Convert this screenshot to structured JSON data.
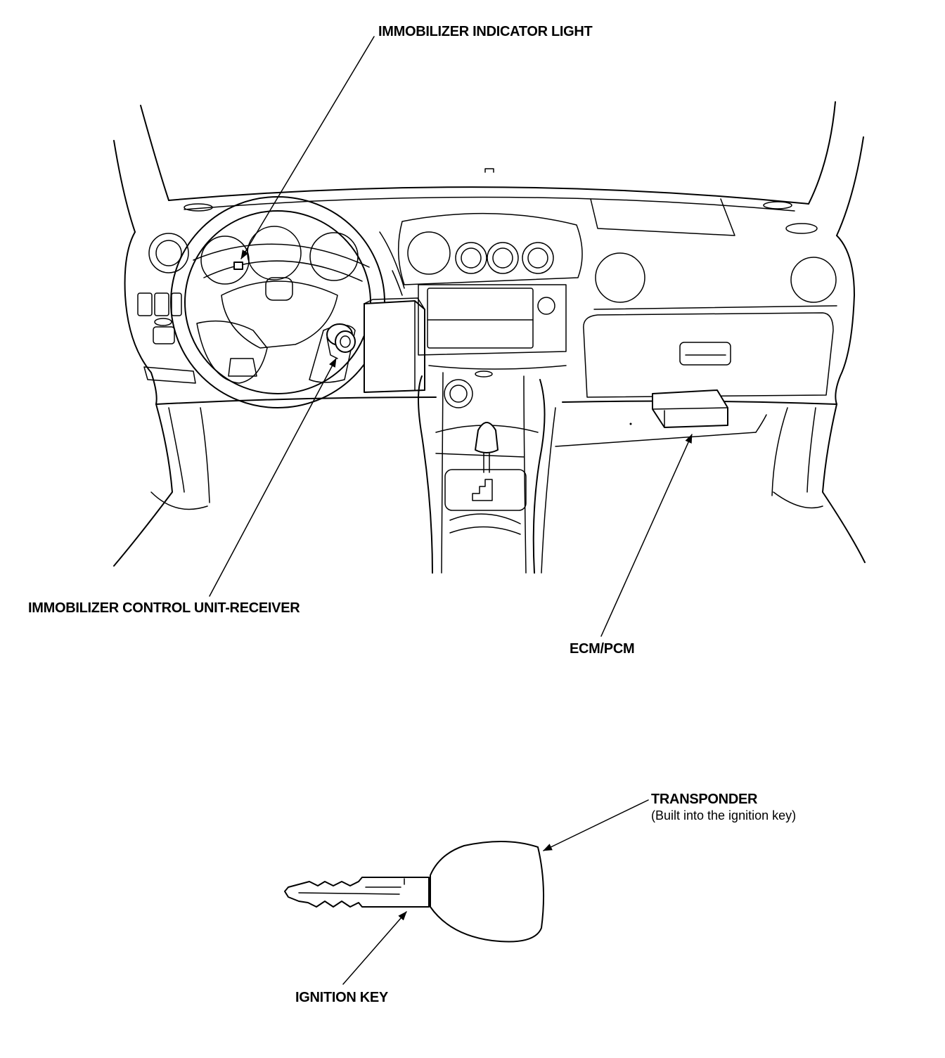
{
  "labels": {
    "indicator_light": "IMMOBILIZER INDICATOR LIGHT",
    "control_unit": "IMMOBILIZER CONTROL UNIT-RECEIVER",
    "ecm_pcm": "ECM/PCM",
    "transponder": "TRANSPONDER",
    "transponder_note": "(Built into the ignition key)",
    "ignition_key": "IGNITION KEY"
  }
}
